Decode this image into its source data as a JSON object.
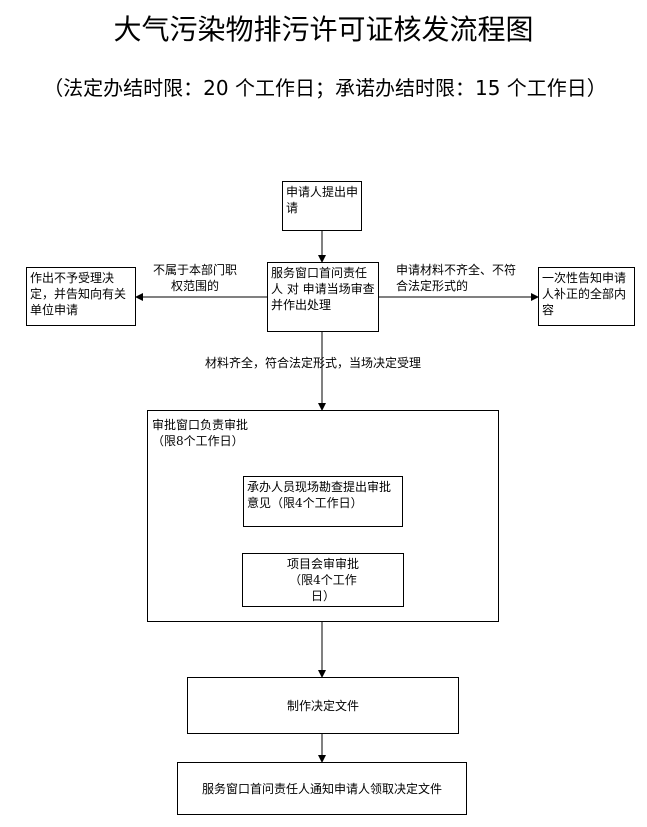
{
  "title": "大气污染物排污许可证核发流程图",
  "subtitle": "（法定办结时限：20 个工作日；承诺办结时限：15 个工作日）",
  "nodes": {
    "apply": "申请人提出申请",
    "service_review": "服务窗口首问责任人 对 申请当场审查并作出处理",
    "reject": "作出不予受理决定，并告知向有关单位申请",
    "supplement": "一次性告知申请人补正的全部内容",
    "approval_group": "审批窗口负责审批（限8个工作日）",
    "site_inspection": "承办人员现场勘查提出审批意见（限4个工作日）",
    "project_review": "项目会审审批（限4个工作日）",
    "make_decision": "制作决定文件",
    "notify": "服务窗口首问责任人通知申请人领取决定文件"
  },
  "edges": {
    "not_department": "不属于本部门职权范围的",
    "incomplete": "申请材料不齐全、不符合法定形式的",
    "accepted": "材料齐全，符合法定形式，当场决定受理"
  }
}
